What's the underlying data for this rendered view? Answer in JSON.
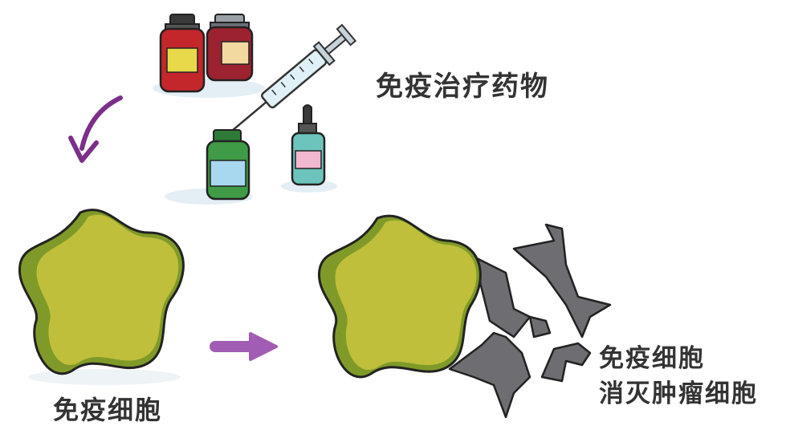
{
  "labels": {
    "drugs": "免疫治疗药物",
    "immune_cell": "免疫细胞",
    "result_line1": "免疫细胞",
    "result_line2": "消灭肿瘤细胞"
  },
  "colors": {
    "cell_fill": "#bfbf3c",
    "cell_shadow": "#7f9a28",
    "arrow": "#7b2f8a",
    "arrow_right": "#a15cb3",
    "tumor": "#6e6e72",
    "bottle_red": "#c4272b",
    "bottle_dark_red": "#9c2230",
    "bottle_green": "#3f9b45",
    "bottle_teal": "#6cc4bc",
    "label_text": "#333333"
  }
}
